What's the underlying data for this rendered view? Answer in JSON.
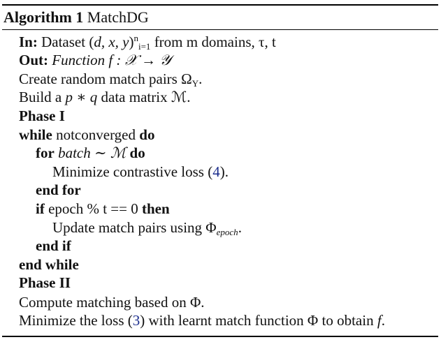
{
  "header": {
    "label": "Algorithm 1",
    "name": "MatchDG"
  },
  "lines": {
    "in_kw": "In:",
    "in_text_a": "Dataset (",
    "in_math": "d, x, y",
    "in_text_b": ")",
    "in_sub": "i=1",
    "in_sup": "n",
    "in_text_c": "from m domains, τ, t",
    "out_kw": "Out:",
    "out_text": "Function f : 𝒳 → 𝒴",
    "create": "Create random match pairs Ω",
    "create_sub": "Y",
    "create_end": ".",
    "build_a": "Build a ",
    "build_math": "p ∗ q",
    "build_b": " data matrix ℳ.",
    "phase1": "Phase I",
    "while_kw": "while",
    "while_cond": " notconverged ",
    "do_kw": "do",
    "for_kw": "for",
    "for_math": " batch ∼ ℳ ",
    "for_do": "do",
    "minimize_a": "Minimize contrastive loss (",
    "minimize_ref": "4",
    "minimize_b": ").",
    "endfor": "end for",
    "if_kw": "if",
    "if_cond": " epoch % t == 0 ",
    "then_kw": "then",
    "update_a": "Update match pairs using Φ",
    "update_sub": "epoch",
    "update_b": ".",
    "endif": "end if",
    "endwhile": "end while",
    "phase2": "Phase II",
    "compute": "Compute matching based on Φ.",
    "final_a": "Minimize the loss (",
    "final_ref": "3",
    "final_b": ") with learnt match function Φ to obtain ",
    "final_f": "f",
    "final_c": "."
  }
}
